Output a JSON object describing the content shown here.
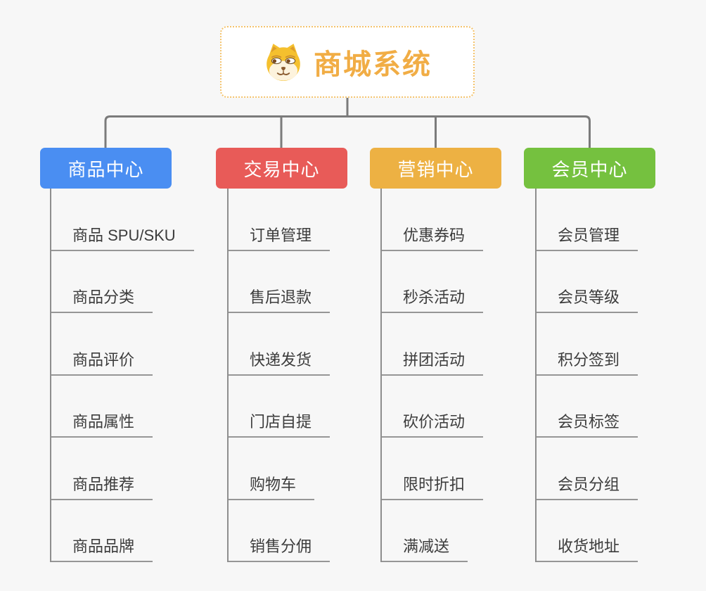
{
  "root": {
    "title": "商城系统",
    "icon": "dog-face-icon"
  },
  "branches": [
    {
      "label": "商品中心",
      "color": "#4a8ef2",
      "items": [
        "商品 SPU/SKU",
        "商品分类",
        "商品评价",
        "商品属性",
        "商品推荐",
        "商品品牌"
      ]
    },
    {
      "label": "交易中心",
      "color": "#e85b58",
      "items": [
        "订单管理",
        "售后退款",
        "快递发货",
        "门店自提",
        "购物车",
        "销售分佣"
      ]
    },
    {
      "label": "营销中心",
      "color": "#edb143",
      "items": [
        "优惠券码",
        "秒杀活动",
        "拼团活动",
        "砍价活动",
        "限时折扣",
        "满减送"
      ]
    },
    {
      "label": "会员中心",
      "color": "#75c13f",
      "items": [
        "会员管理",
        "会员等级",
        "积分签到",
        "会员标签",
        "会员分组",
        "收货地址"
      ]
    }
  ],
  "palette": {
    "background": "#f7f7f7",
    "connector_line": "#7b7b7b",
    "trunk_line": "#8e8e8e",
    "leaf_underline": "#969696",
    "root_border": "#f4c36c",
    "root_title": "#f1ad45",
    "leaf_text": "#3c3c3c",
    "branch_text": "#ffffff"
  }
}
